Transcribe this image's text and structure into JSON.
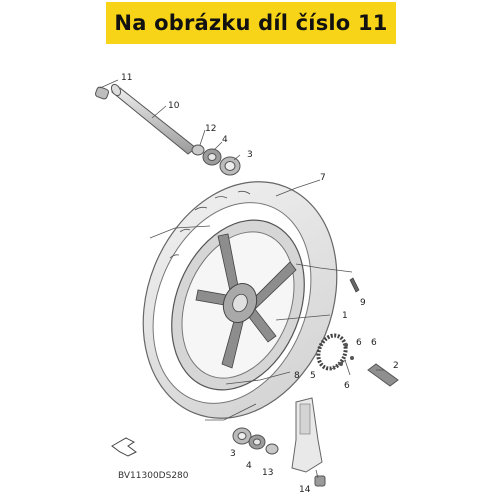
{
  "banner": {
    "text": "Na obrázku díl číslo 11",
    "color": "#f7d417"
  },
  "callouts": {
    "c1": "1",
    "c2": "2",
    "c3a": "3",
    "c3b": "3",
    "c4a": "4",
    "c4b": "4",
    "c5": "5",
    "c6a": "6",
    "c6b": "6",
    "c6c": "6",
    "c7": "7",
    "c8": "8",
    "c9": "9",
    "c10": "10",
    "c11": "11",
    "c12": "12",
    "c13": "13",
    "c14": "14"
  },
  "diagram_code": "BV11300DS280",
  "icons": [
    "front-arrow-icon"
  ]
}
